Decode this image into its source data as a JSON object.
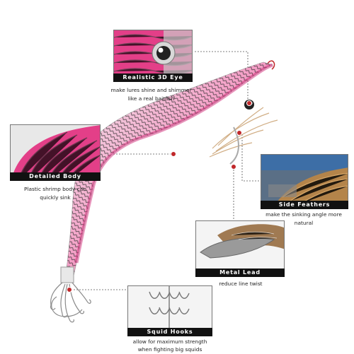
{
  "colors": {
    "body_pink": "#e23a86",
    "body_pink_light": "#f4a2c8",
    "body_white": "#efefef",
    "stripe": "#2a2a2a",
    "banner": "#111111",
    "dot": "#c0282a"
  },
  "features": {
    "eye": {
      "title": "Realistic 3D Eye",
      "desc_line1": "make lures shine and shimmer",
      "desc_line2": "like a real baitfish",
      "icon": "eye-icon"
    },
    "body": {
      "title": "Detailed Body",
      "desc_line1": "Plastic shrimp body can",
      "desc_line2": "quickly sink",
      "icon": "shrimp-body-icon"
    },
    "feathers": {
      "title": "Side Feathers",
      "desc_line1": "make the sinking angle more",
      "desc_line2": "natural",
      "icon": "feather-icon"
    },
    "lead": {
      "title": "Metal Lead",
      "desc_line1": "reduce line twist",
      "desc_line2": "",
      "icon": "lead-weight-icon"
    },
    "hooks": {
      "title": "Squid Hooks",
      "desc_line1": "allow for maximum strength",
      "desc_line2": "when fighting big squids",
      "icon": "hook-icon"
    }
  }
}
